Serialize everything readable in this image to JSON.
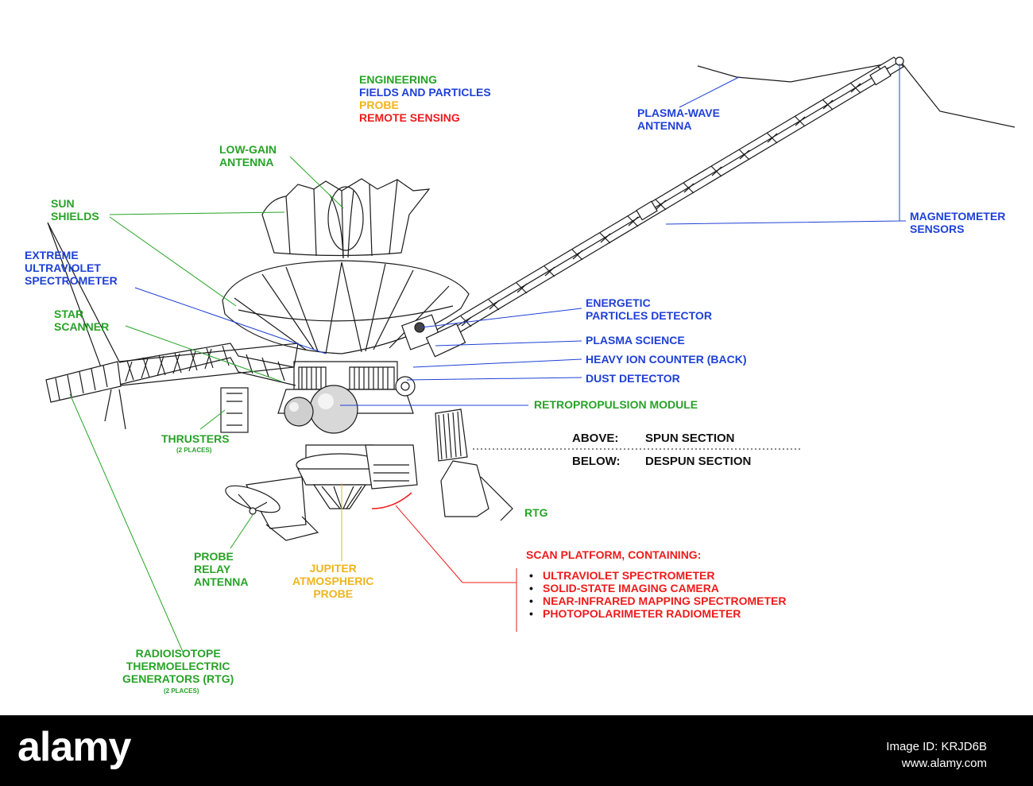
{
  "legend": {
    "engineering": "ENGINEERING",
    "fields_particles": "FIELDS AND PARTICLES",
    "probe": "PROBE",
    "remote_sensing": "REMOTE SENSING"
  },
  "labels": {
    "low_gain_antenna": [
      "LOW-GAIN",
      "ANTENNA"
    ],
    "sun_shields": [
      "SUN",
      "SHIELDS"
    ],
    "extreme_uv_spectrometer": [
      "EXTREME",
      "ULTRAVIOLET",
      "SPECTROMETER"
    ],
    "star_scanner": [
      "STAR",
      "SCANNER"
    ],
    "thrusters": "THRUSTERS",
    "thrusters_note": "(2 PLACES)",
    "probe_relay_antenna": [
      "PROBE",
      "RELAY",
      "ANTENNA"
    ],
    "jupiter_probe": [
      "JUPITER",
      "ATMOSPHERIC",
      "PROBE"
    ],
    "rtg_generators": [
      "RADIOISOTOPE",
      "THERMOELECTRIC",
      "GENERATORS (RTG)"
    ],
    "rtg_generators_note": "(2 PLACES)",
    "plasma_wave_antenna": [
      "PLASMA-WAVE",
      "ANTENNA"
    ],
    "magnetometer_sensors": [
      "MAGNETOMETER",
      "SENSORS"
    ],
    "energetic_particles_detector": [
      "ENERGETIC",
      "PARTICLES DETECTOR"
    ],
    "plasma_science": "PLASMA SCIENCE",
    "heavy_ion_counter": "HEAVY ION COUNTER (BACK)",
    "dust_detector": "DUST DETECTOR",
    "retropropulsion_module": "RETROPROPULSION MODULE",
    "above_label": "ABOVE:",
    "above_value": "SPUN SECTION",
    "below_label": "BELOW:",
    "below_value": "DESPUN SECTION",
    "rtg": "RTG"
  },
  "scan_platform": {
    "title": "SCAN PLATFORM, CONTAINING:",
    "items": [
      "ULTRAVIOLET SPECTROMETER",
      "SOLID-STATE IMAGING CAMERA",
      "NEAR-INFRARED MAPPING SPECTROMETER",
      "PHOTOPOLARIMETER RADIOMETER"
    ]
  },
  "colors": {
    "engineering": "#27a327",
    "fields_particles": "#1f40d6",
    "probe": "#f0b41c",
    "remote_sensing": "#ee1b1b",
    "linework": "#1a1a1a"
  },
  "footer": {
    "logo": "alamy",
    "image_id": "Image ID: KRJD6B",
    "url": "www.alamy.com"
  }
}
